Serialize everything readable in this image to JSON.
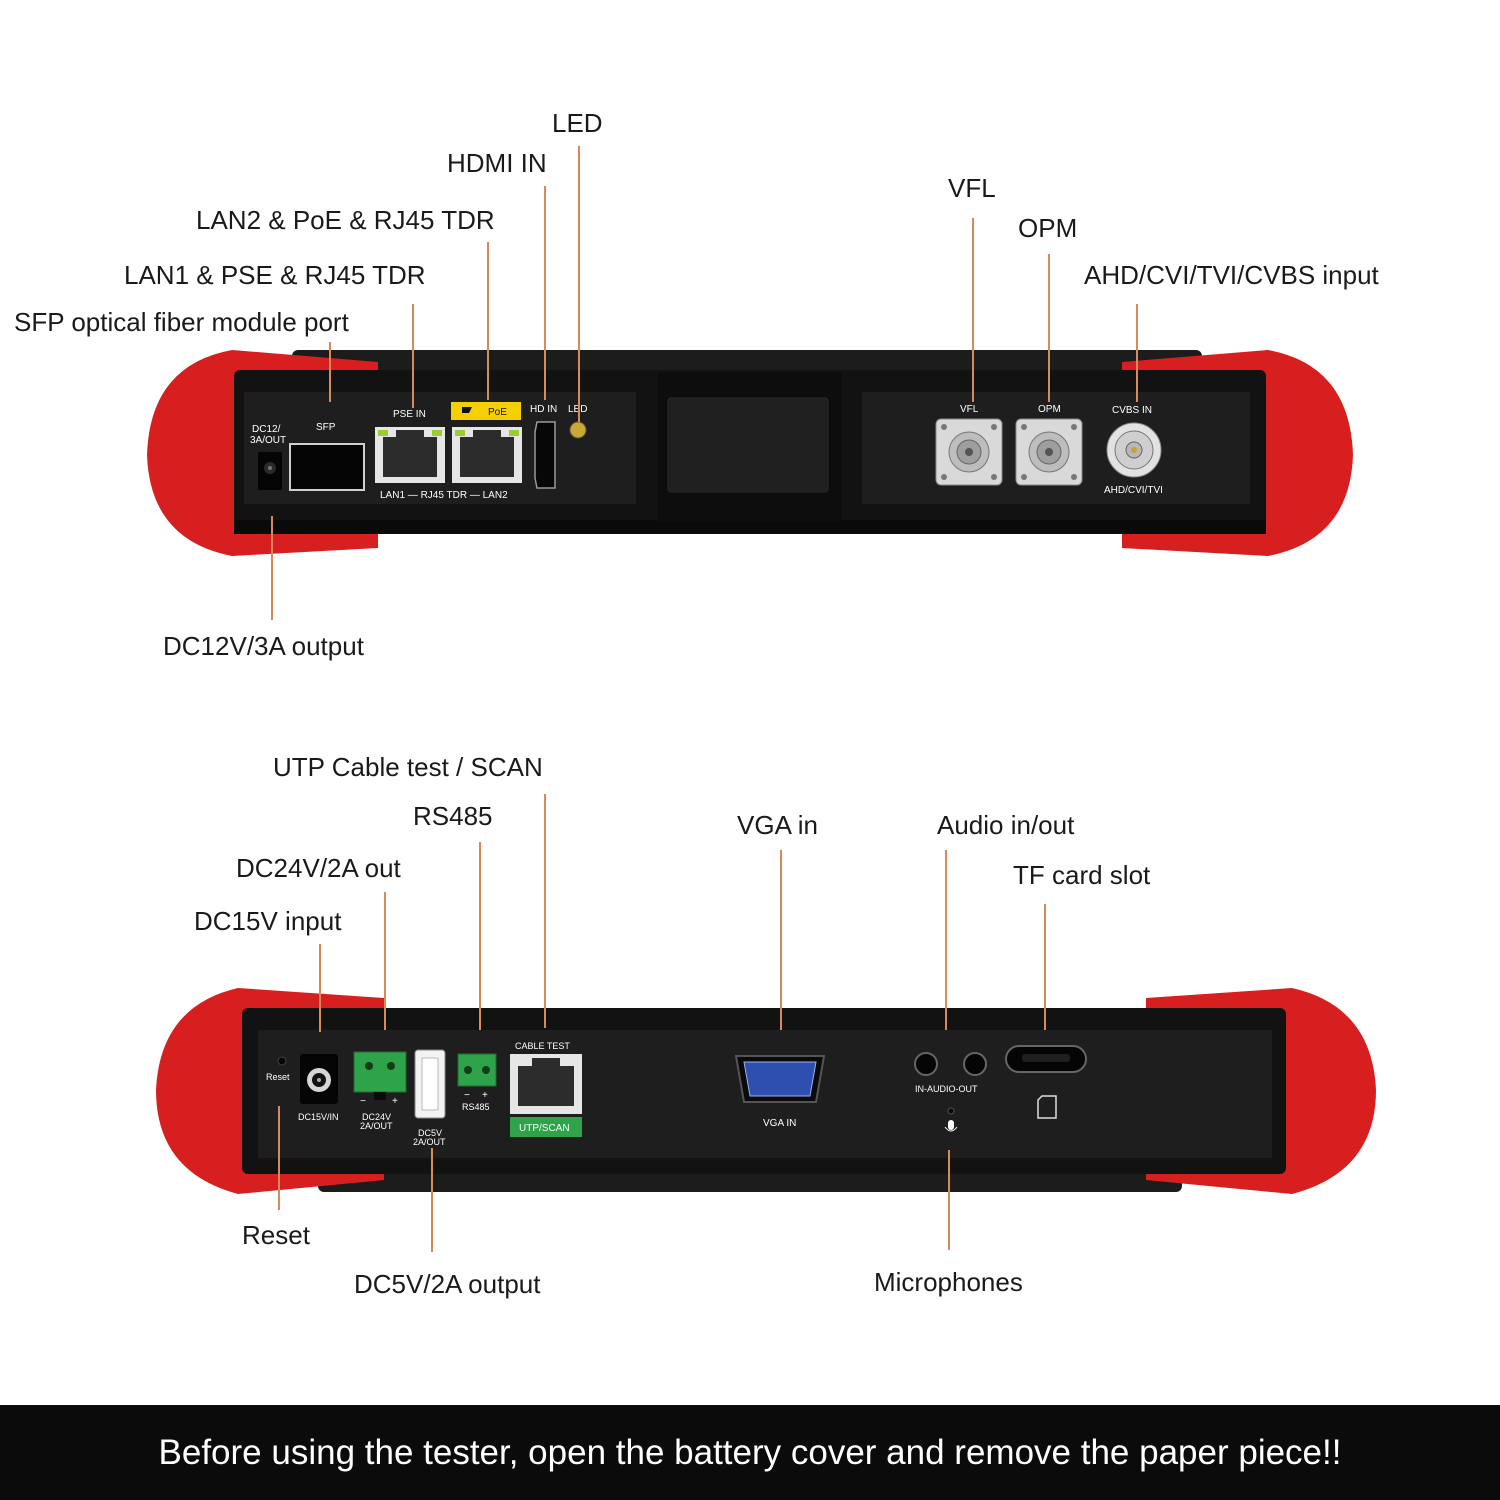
{
  "colors": {
    "bumper_red": "#d81f1f",
    "body_black": "#111111",
    "leader_line": "#d88a5a",
    "poe_yellow": "#f4d000",
    "terminal_green": "#2fa34a",
    "footer_bg": "#0b0b0b"
  },
  "top_view": {
    "callouts": {
      "led": "LED",
      "hdmi_in": "HDMI IN",
      "lan2": "LAN2 & PoE & RJ45 TDR",
      "lan1": "LAN1 & PSE & RJ45 TDR",
      "sfp": "SFP optical fiber module port",
      "vfl": "VFL",
      "opm": "OPM",
      "ahd": "AHD/CVI/TVI/CVBS input",
      "dc12": "DC12V/3A output"
    },
    "panel_labels": {
      "dc12": [
        "DC12/",
        "3A/OUT"
      ],
      "sfp": "SFP",
      "pse_in": "PSE IN",
      "poe": "PoE",
      "hd_in": "HD IN",
      "led": "LED",
      "lan_row": "LAN1 — RJ45 TDR — LAN2",
      "vfl": "VFL",
      "opm": "OPM",
      "cvbs_in": "CVBS IN",
      "ahd_cvi_tvi": "AHD/CVI/TVI"
    }
  },
  "bottom_view": {
    "callouts": {
      "utp": "UTP Cable test / SCAN",
      "rs485": "RS485",
      "dc24": "DC24V/2A out",
      "dc15": "DC15V input",
      "vga": "VGA in",
      "audio": "Audio in/out",
      "tf": "TF card slot",
      "reset": "Reset",
      "dc5": "DC5V/2A output",
      "mic": "Microphones"
    },
    "panel_labels": {
      "reset": "Reset",
      "dc15": "DC15V/IN",
      "dc24": [
        "DC24V",
        "2A/OUT"
      ],
      "dc5": [
        "DC5V",
        "2A/OUT"
      ],
      "rs485": "RS485",
      "cable_test": "CABLE TEST",
      "utp_scan": "UTP/SCAN",
      "vga_in": "VGA IN",
      "audio": "IN-AUDIO-OUT"
    }
  },
  "footer": {
    "notice": "Before using the tester, open the battery cover and remove the paper piece!!"
  }
}
